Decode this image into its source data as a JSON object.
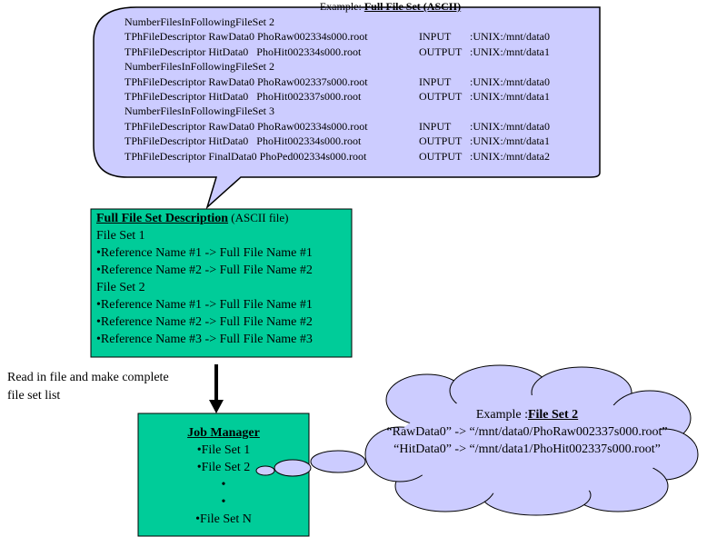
{
  "colors": {
    "bubble": "#ccccff",
    "box": "#00cc99"
  },
  "ascii_bubble": {
    "title_prefix": "Example: ",
    "title_bold": "Full File Set (ASCII)",
    "lines": [
      {
        "type": "header",
        "text": "NumberFilesInFollowingFileSet 2"
      },
      {
        "type": "row",
        "a": "TPhFileDescriptor RawData0 PhoRaw002334s000.root",
        "b": "INPUT",
        "c": ":UNIX:/mnt/data0"
      },
      {
        "type": "row",
        "a": "TPhFileDescriptor HitData0   PhoHit002334s000.root",
        "b": "OUTPUT",
        "c": ":UNIX:/mnt/data1"
      },
      {
        "type": "header",
        "text": "NumberFilesInFollowingFileSet 2"
      },
      {
        "type": "row",
        "a": "TPhFileDescriptor RawData0 PhoRaw002337s000.root",
        "b": "INPUT",
        "c": ":UNIX:/mnt/data0"
      },
      {
        "type": "row",
        "a": "TPhFileDescriptor HitData0   PhoHit002337s000.root",
        "b": "OUTPUT",
        "c": ":UNIX:/mnt/data1"
      },
      {
        "type": "header",
        "text": "NumberFilesInFollowingFileSet 3"
      },
      {
        "type": "row",
        "a": "TPhFileDescriptor RawData0 PhoRaw002334s000.root",
        "b": "INPUT",
        "c": ":UNIX:/mnt/data0"
      },
      {
        "type": "row",
        "a": "TPhFileDescriptor HitData0   PhoHit002334s000.root",
        "b": "OUTPUT",
        "c": ":UNIX:/mnt/data1"
      },
      {
        "type": "row",
        "a": "TPhFileDescriptor FinalData0 PhoPed002334s000.root",
        "b": "OUTPUT",
        "c": ":UNIX:/mnt/data2"
      }
    ]
  },
  "description_box": {
    "title_bold": "Full File Set Description",
    "title_suffix": " (ASCII file)",
    "lines": [
      "File Set 1",
      "•Reference Name #1 -> Full File Name #1",
      "•Reference Name #2 -> Full File Name #2",
      "File Set 2",
      "•Reference Name #1 -> Full File Name #1",
      "•Reference Name #2 -> Full File Name #2",
      "•Reference Name #3 -> Full File Name #3"
    ]
  },
  "arrow_label": [
    "Read in file and make complete",
    "file set list"
  ],
  "job_manager": {
    "title": "Job Manager",
    "lines": [
      "•File Set 1",
      "•File Set 2",
      "•",
      "•",
      "•File Set N"
    ]
  },
  "cloud": {
    "title_prefix": "Example :",
    "title_bold": "File Set 2",
    "lines": [
      "“RawData0” -> “/mnt/data0/PhoRaw002337s000.root”",
      "“HitData0” -> “/mnt/data1/PhoHit002337s000.root”"
    ]
  }
}
